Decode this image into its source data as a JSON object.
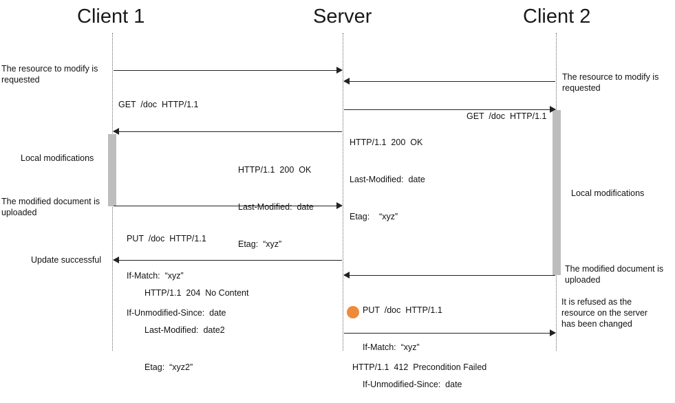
{
  "titles": {
    "client1": "Client 1",
    "server": "Server",
    "client2": "Client 2"
  },
  "notes": {
    "c1_request": "The resource to modify is requested",
    "c1_local": "Local modifications",
    "c1_upload": "The modified document is uploaded",
    "c1_success": "Update successful",
    "c2_request": "The resource to modify is requested",
    "c2_local": "Local modifications",
    "c2_upload": "The modified document is uploaded",
    "c2_refused": "It is refused as the resource on the server has been changed"
  },
  "messages": {
    "m1": [
      "GET  /doc  HTTP/1.1"
    ],
    "m2": [
      "GET  /doc  HTTP/1.1"
    ],
    "m3": [
      "HTTP/1.1  200  OK",
      "Last-Modified:  date",
      "Etag:    “xyz”"
    ],
    "m4": [
      "HTTP/1.1  200  OK",
      "Last-Modified:  date",
      "Etag:  “xyz”"
    ],
    "m5": [
      "PUT  /doc  HTTP/1.1",
      "If-Match:  “xyz”",
      "If-Unmodified-Since:  date"
    ],
    "m6": [
      "HTTP/1.1  204  No Content",
      "Last-Modified:  date2",
      "Etag:  “xyz2”"
    ],
    "m7": [
      "PUT  /doc  HTTP/1.1",
      "If-Match:  “xyz”",
      "If-Unmodified-Since:  date"
    ],
    "m8": [
      "HTTP/1.1  412  Precondition Failed"
    ]
  },
  "colors": {
    "line": "#222222",
    "activation": "#bdbdbd",
    "cursor": "#ef8a3a"
  }
}
